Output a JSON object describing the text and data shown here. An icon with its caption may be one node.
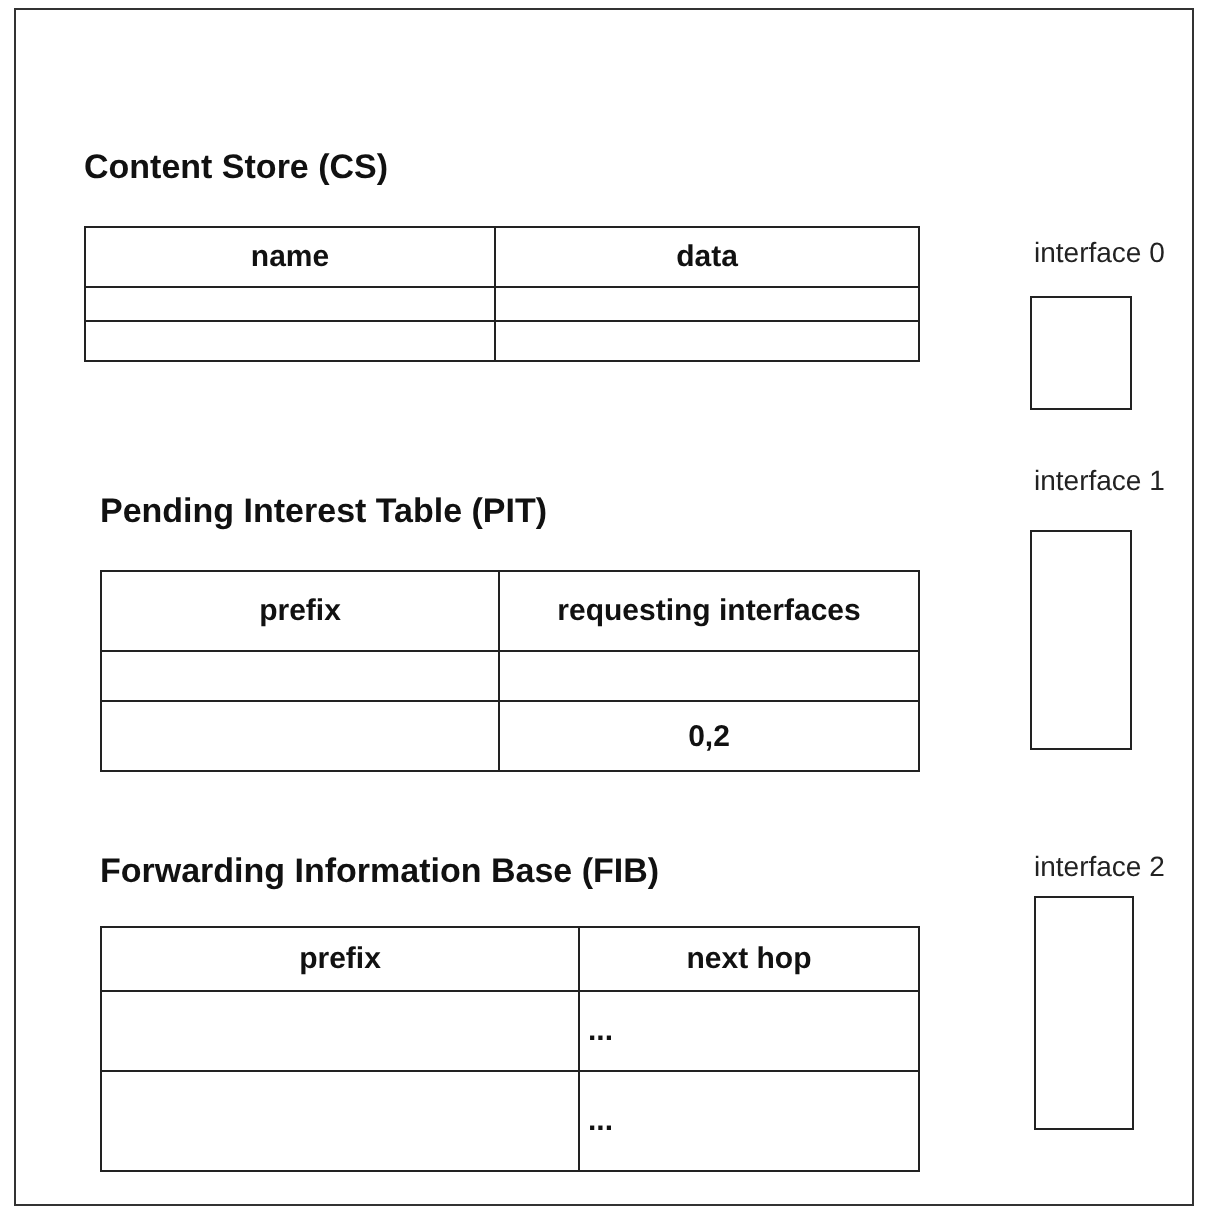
{
  "diagram": {
    "nodes": [
      {
        "text": [
          "Content Store (CS)"
        ]
      },
      {
        "text": [
          "Pending Interest Table (PIT)"
        ]
      },
      {
        "text": [
          "Forwarding Information Base (FIB)"
        ]
      },
      {
        "text": [
          "interface 0"
        ]
      },
      {
        "text": [
          "interface 1"
        ]
      },
      {
        "text": [
          "interface 2"
        ]
      }
    ],
    "labels": [
      "name",
      "data",
      "prefix",
      "requesting interfaces",
      "0,2",
      "prefix",
      "next hop",
      "...",
      "..."
    ]
  }
}
